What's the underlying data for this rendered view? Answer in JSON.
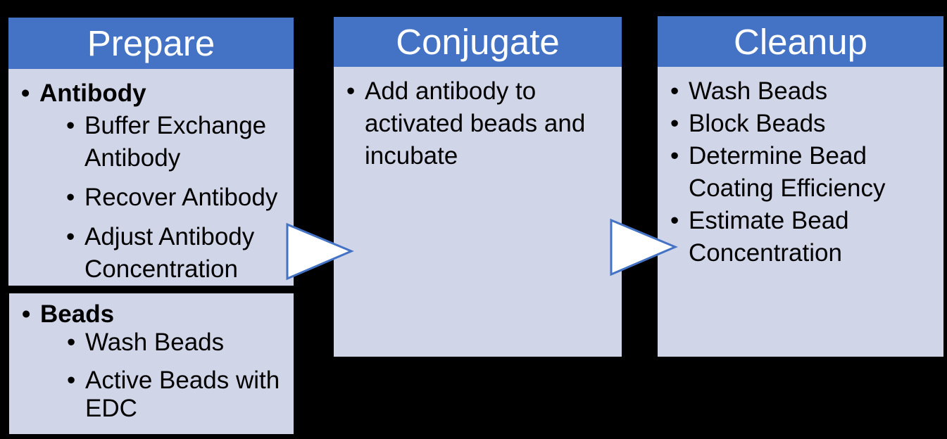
{
  "colors": {
    "canvas_bg": "#000000",
    "header_bg": "#4472C4",
    "header_text": "#FFFFFF",
    "body_bg": "#D0D5E8",
    "body_text": "#000000",
    "arrow_fill": "#FFFFFF",
    "arrow_stroke": "#4472C4"
  },
  "diagram": {
    "bullet_glyph": "•",
    "columns": [
      {
        "title": "Prepare",
        "boxes": [
          {
            "items": [
              {
                "level": 1,
                "bold": true,
                "text": "Antibody"
              },
              {
                "level": 2,
                "bold": false,
                "text": "Buffer Exchange Antibody"
              },
              {
                "level": 2,
                "bold": false,
                "text": "Recover Antibody"
              },
              {
                "level": 2,
                "bold": false,
                "text": "Adjust Antibody Concentration"
              }
            ]
          },
          {
            "items": [
              {
                "level": 1,
                "bold": true,
                "text": "Beads"
              },
              {
                "level": 2,
                "bold": false,
                "text": "Wash Beads"
              },
              {
                "level": 2,
                "bold": false,
                "text": "Active Beads with EDC"
              }
            ]
          }
        ]
      },
      {
        "title": "Conjugate",
        "boxes": [
          {
            "items": [
              {
                "level": 1,
                "bold": false,
                "text": "Add antibody to activated beads and incubate"
              }
            ]
          }
        ]
      },
      {
        "title": "Cleanup",
        "boxes": [
          {
            "items": [
              {
                "level": 1,
                "bold": false,
                "text": "Wash Beads"
              },
              {
                "level": 1,
                "bold": false,
                "text": "Block Beads"
              },
              {
                "level": 1,
                "bold": false,
                "text": "Determine Bead Coating Efficiency"
              },
              {
                "level": 1,
                "bold": false,
                "text": "Estimate Bead Concentration"
              }
            ]
          }
        ]
      }
    ]
  }
}
